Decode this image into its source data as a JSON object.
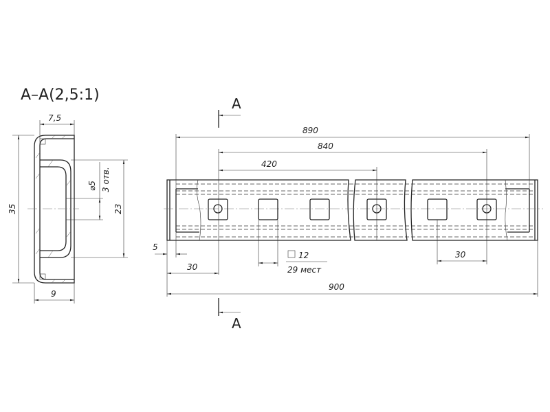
{
  "section_title": "A–A(2,5:1)",
  "section_marker_top": "A",
  "section_marker_bottom": "A",
  "section_dims": {
    "width_top": "7,5",
    "height_total": "35",
    "hole_diameter": "⌀5",
    "hole_count": "3 отв.",
    "inner_height": "23",
    "width_bottom": "9"
  },
  "main_dims": {
    "d890": "890",
    "d840": "840",
    "d420": "420",
    "d900": "900",
    "d5": "5",
    "d30_left": "30",
    "d30_right": "30",
    "square_size": "12",
    "square_count": "29 мест"
  }
}
